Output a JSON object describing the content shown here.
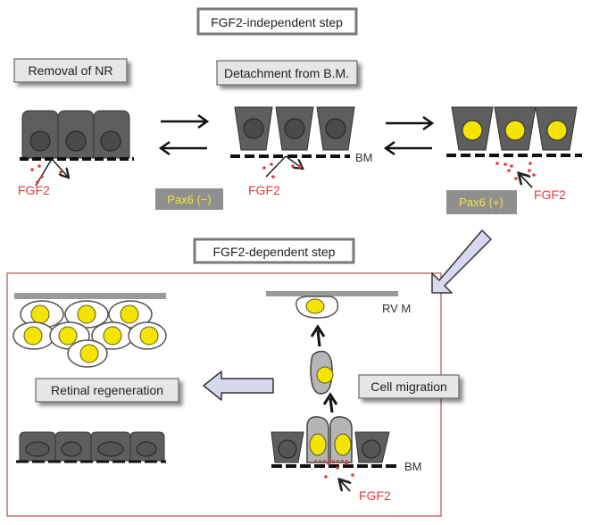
{
  "colors": {
    "cell_dark": "#5e5e5e",
    "cell_light": "#b5b5b5",
    "nucleus_dark": "#4a4a4a",
    "nucleus_yellow": "#f5e400",
    "fgf2_red": "#e8383a",
    "pax_box": "#8f8f8f",
    "pax_text": "#f0e63a",
    "frame_red": "#c87070",
    "big_arrow_fill": "#d8d8ee",
    "label_box_fill": "#e6e6e6"
  },
  "headers": {
    "independent": "FGF2-independent step",
    "dependent": "FGF2-dependent step"
  },
  "stages": {
    "removal": "Removal of NR",
    "detachment": "Detachment from B.M.",
    "migration": "Cell migration",
    "regeneration": "Retinal regeneration"
  },
  "markers": {
    "pax6_neg": "Pax6 (−)",
    "pax6_pos": "Pax6 (+)"
  },
  "labels": {
    "fgf2": "FGF2",
    "bm": "BM",
    "rvm": "RV M"
  }
}
